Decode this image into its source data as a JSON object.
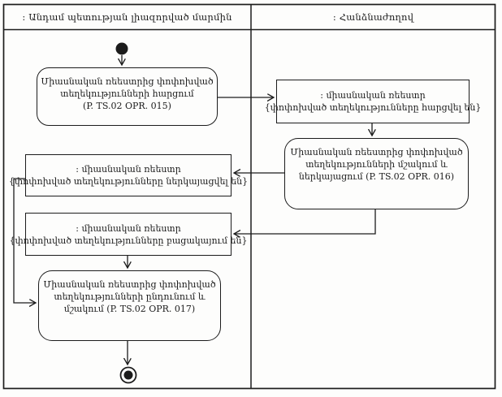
{
  "diagram": {
    "type": "uml-activity-diagram",
    "colors": {
      "ink": "#1c1c1c",
      "paper": "#fdfdfc"
    },
    "lanes": [
      {
        "title": ": Անդամ պետության լիազորված մարմին"
      },
      {
        "title": ": Հանձնաժողով"
      }
    ],
    "nodes": {
      "initial": {
        "kind": "initial-node"
      },
      "activity_015": {
        "kind": "activity",
        "lines": [
          "Միասնական ռեեստրից փոփոխված",
          "տեղեկությունների հարցում",
          "(P. TS.02 OPR. 015)"
        ]
      },
      "object_queried": {
        "kind": "object-node",
        "lines": [
          ": միասնական ռեեստր",
          "{փոփոխված տեղեկությունները հարցվել են}"
        ]
      },
      "activity_016": {
        "kind": "activity",
        "lines": [
          "Միասնական ռեեստրից փոփոխված",
          "տեղեկությունների մշակում և",
          "ներկայացում (P. TS.02 OPR. 016)"
        ]
      },
      "object_presented": {
        "kind": "object-node",
        "lines": [
          ": միասնական ռեեստր",
          "{փոփոխված տեղեկությունները ներկայացվել են}"
        ]
      },
      "object_absent": {
        "kind": "object-node",
        "lines": [
          ": միասնական ռեեստր",
          "{փոփոխված տեղեկությունները բացակայում են}"
        ]
      },
      "activity_017": {
        "kind": "activity",
        "lines": [
          "Միասնական ռեեստրից փոփոխված",
          "տեղեկությունների ընդունում և",
          "մշակում (P. TS.02 OPR. 017)"
        ]
      },
      "final": {
        "kind": "activity-final-node"
      }
    }
  }
}
